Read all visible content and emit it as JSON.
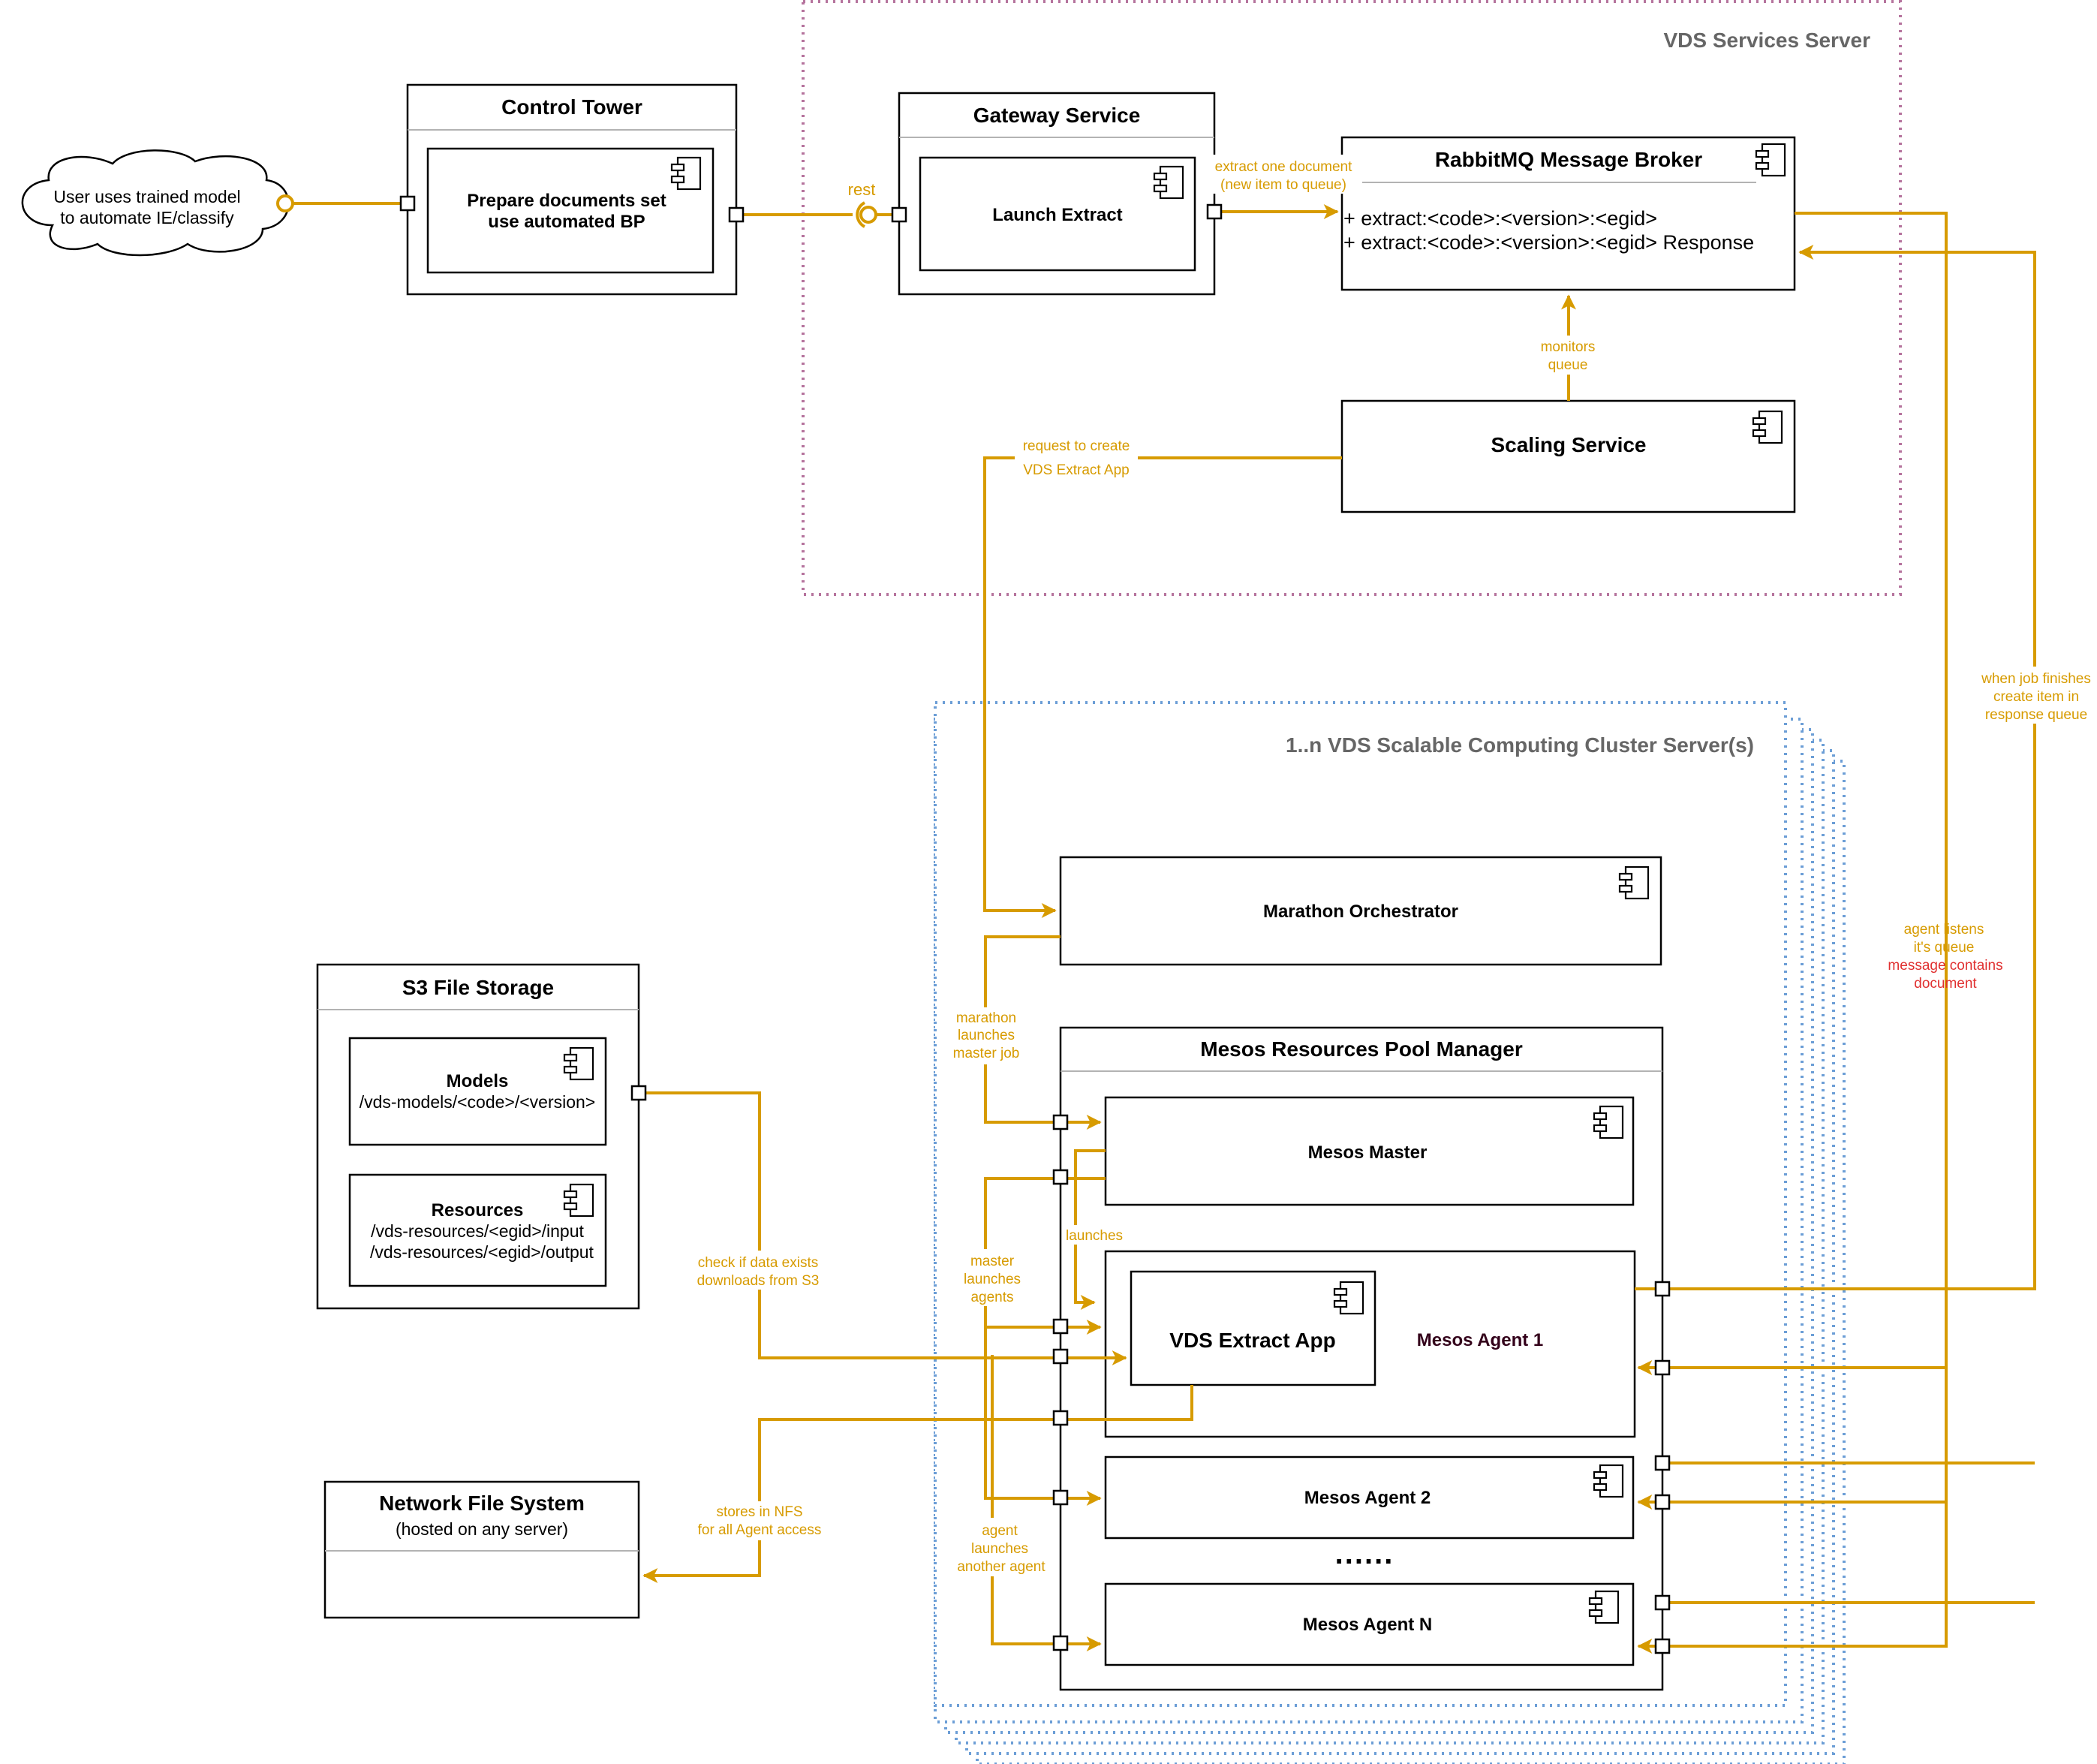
{
  "regions": {
    "vds_services": "VDS Services Server",
    "cluster": "1..n VDS Scalable Computing Cluster Server(s)"
  },
  "actor": {
    "line1": "User uses trained model",
    "line2": "to automate IE/classify"
  },
  "control_tower": {
    "title": "Control Tower",
    "inner_line1": "Prepare documents set",
    "inner_line2": "use automated BP"
  },
  "gateway": {
    "title": "Gateway Service",
    "inner": "Launch Extract",
    "rest_label": "rest"
  },
  "broker": {
    "title": "RabbitMQ Message Broker",
    "attr1": "+ extract:<code>:<version>:<egid>",
    "attr2": "+ extract:<code>:<version>:<egid> Response"
  },
  "scaling": {
    "title": "Scaling Service"
  },
  "marathon": {
    "title": "Marathon Orchestrator"
  },
  "mesos": {
    "title": "Mesos Resources Pool Manager",
    "master": "Mesos Master",
    "agent1": "Mesos Agent 1",
    "extract_app": "VDS Extract App",
    "agent2": "Mesos Agent 2",
    "agentN": "Mesos Agent N",
    "ellipsis": "......"
  },
  "s3": {
    "title": "S3 File Storage",
    "models_title": "Models",
    "models_path": "/vds-models/<code>/<version>",
    "resources_title": "Resources",
    "resources_path1": "/vds-resources/<egid>/input",
    "resources_path2": "/vds-resources/<egid>/output"
  },
  "nfs": {
    "title": "Network File System",
    "subtitle": "(hosted on any server)"
  },
  "edge_labels": {
    "extract_doc": [
      "extract one document",
      "(new item to queue)"
    ],
    "monitors": [
      "monitors",
      "queue"
    ],
    "request_create": [
      "request to create",
      "VDS Extract App"
    ],
    "marathon_launches": [
      "marathon",
      "launches",
      "master job"
    ],
    "launches": [
      "launches"
    ],
    "master_launches": [
      "master",
      "launches",
      "agents"
    ],
    "agent_launches": [
      "agent",
      "launches",
      "another agent"
    ],
    "check_s3": [
      "check if data exists",
      "downloads from S3"
    ],
    "stores_nfs": [
      "stores in NFS",
      "for all Agent access"
    ],
    "job_finishes": [
      "when job finishes",
      "create item in",
      "response queue"
    ],
    "agent_listens": [
      "agent listens",
      "it's queue",
      "message contains",
      "document"
    ]
  },
  "colors": {
    "flow": "#d79b00",
    "services_border": "#b5739d",
    "cluster_border": "#6c9ed6",
    "note_red": "#e03030",
    "region_title": "#666666"
  }
}
